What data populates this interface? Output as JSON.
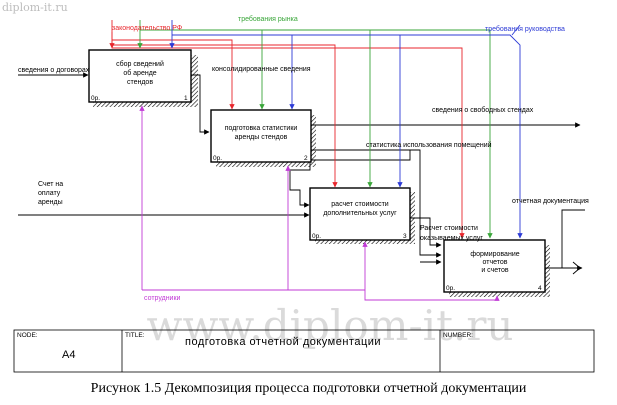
{
  "watermark": {
    "top_left": "diplom-it.ru",
    "center": "www.diplom-it.ru"
  },
  "boxes": [
    {
      "title": [
        "сбор сведений",
        "об аренде",
        "стендов"
      ],
      "cost": "0р.",
      "num": "1"
    },
    {
      "title": [
        "подготовка статистики",
        "аренды стендов"
      ],
      "cost": "0р.",
      "num": "2"
    },
    {
      "title": [
        "расчет стоимости",
        "дополнительных услуг"
      ],
      "cost": "0р.",
      "num": "3"
    },
    {
      "title": [
        "формирование",
        "отчетов",
        "и счетов"
      ],
      "cost": "0р.",
      "num": "4"
    }
  ],
  "labels": {
    "law": "законодательство РФ",
    "market": "требования рынка",
    "management": "требования руководства",
    "contracts": "сведения о договорах",
    "consolidated": "консолидированные сведения",
    "free_stands": "сведения о свободных стендах",
    "usage_stats": "статистика использования помещений",
    "invoice": [
      "Счет на",
      "оплату",
      "аренды"
    ],
    "services_cost": [
      "Расчет стоимости",
      "оказываемых услуг"
    ],
    "report_docs": "отчетная документация",
    "staff": "сотрудники"
  },
  "frame": {
    "node_label": "NODE:",
    "title_label": "TITLE:",
    "number_label": "NUMBER:",
    "node_value": "A4",
    "title_value": "подготовка  отчетной  документации"
  },
  "caption": "Рисунок 1.5 Декомпозиция процесса подготовки отчетной документации",
  "colors": {
    "control_law": "#e8262c",
    "control_market": "#3aa63a",
    "control_management": "#2d3bd6",
    "mechanism_staff": "#c13ad6",
    "flow": "#000000"
  }
}
